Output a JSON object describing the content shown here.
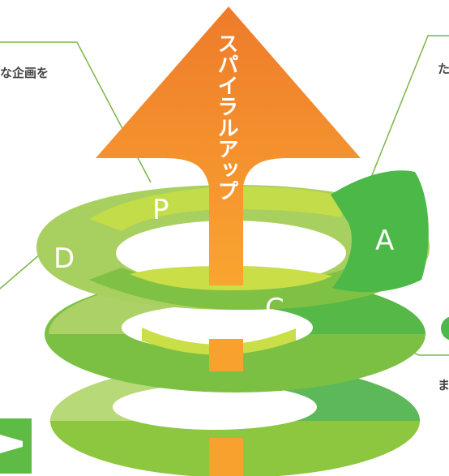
{
  "diagram": {
    "arrow_label": "スパイラルアップ",
    "stages": {
      "plan": "P",
      "do": "D",
      "check": "C",
      "act": "A"
    },
    "callouts": {
      "top_left_fragment": "な企画を",
      "top_right_fragment": "た",
      "bottom_right_fragment": "ま"
    },
    "colors": {
      "arrow_orange": "#F08A2B",
      "arrow_orange_light": "#F7A135",
      "ring_light_green": "#A9CF5A",
      "ring_yellow_green": "#C9DE47",
      "ring_mid_green": "#7BC243",
      "ring_dark_green": "#4CB848",
      "leader_line": "#7AB648"
    }
  }
}
